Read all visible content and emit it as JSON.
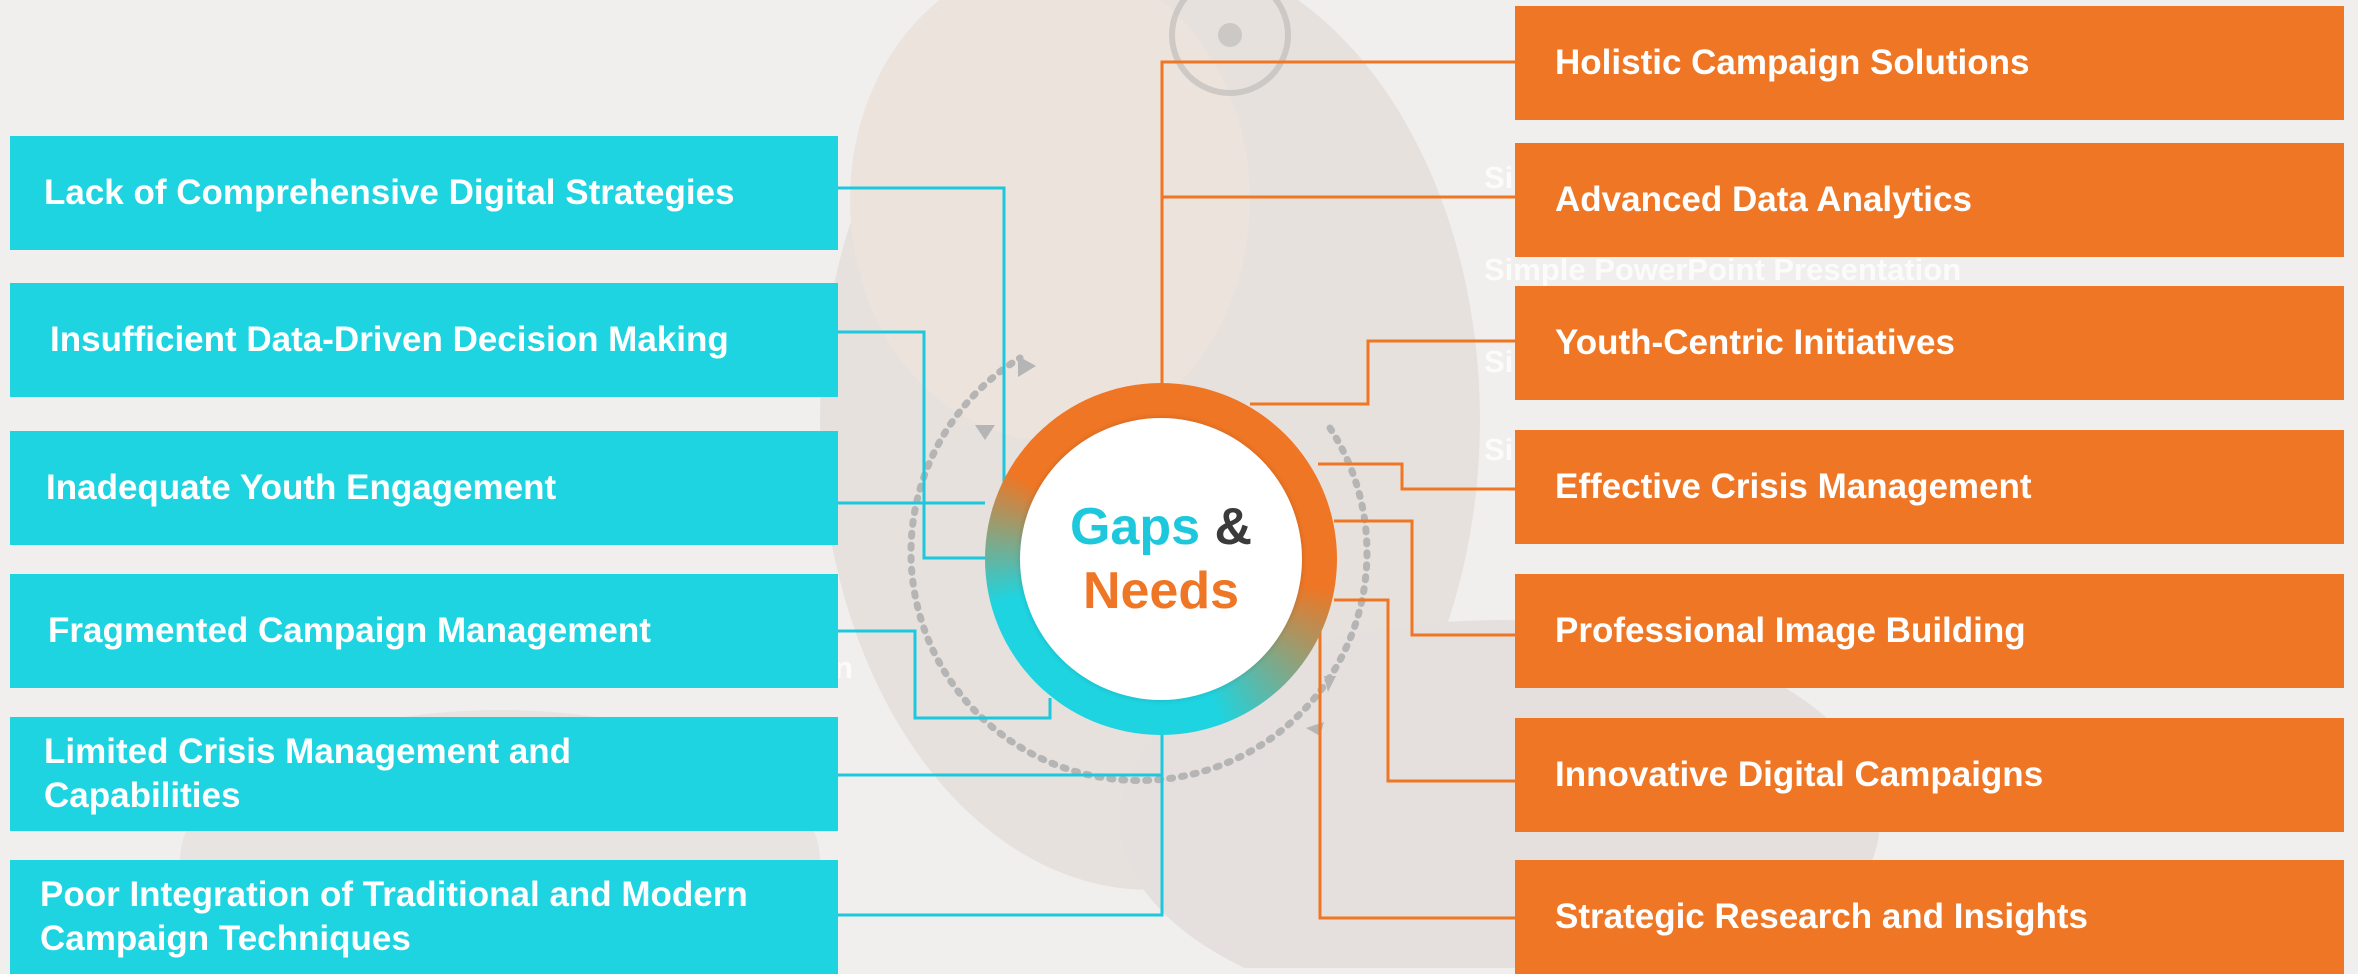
{
  "hub": {
    "title_part1": "Gaps",
    "title_amp": "&",
    "title_part2": "Needs"
  },
  "gaps": [
    "Lack of Comprehensive Digital Strategies",
    "Insufficient Data-Driven Decision Making",
    "Inadequate Youth Engagement",
    "Fragmented Campaign Management",
    "Limited Crisis Management and Capabilities",
    "Poor Integration of Traditional and Modern Campaign Techniques"
  ],
  "needs": [
    "Holistic Campaign Solutions",
    "Advanced Data Analytics",
    "Youth-Centric Initiatives",
    "Effective Crisis Management",
    "Professional Image Building",
    "Innovative Digital Campaigns",
    "Strategic Research and Insights"
  ],
  "background_text": {
    "line1": "Si",
    "line2": "Simple PowerPoint Presentation",
    "line3": "Si",
    "line4": "Si",
    "line5": "n"
  },
  "colors": {
    "gap_accent": "#1ed4e0",
    "need_accent": "#ef7624",
    "amp_color": "#3b3b3b",
    "background": "#f1efee"
  }
}
